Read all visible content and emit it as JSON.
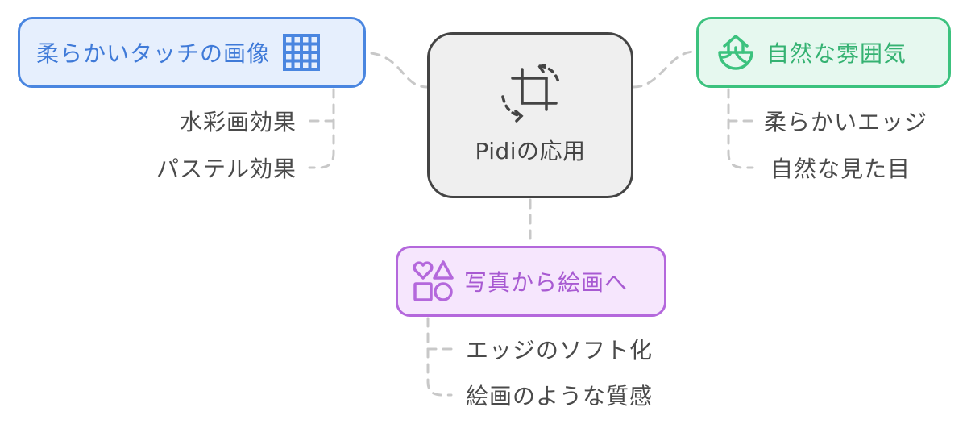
{
  "diagram": {
    "type": "mind-map",
    "center": {
      "label": "Pidiの応用",
      "icon": "crop-rotate-icon"
    },
    "branches": [
      {
        "id": "soft",
        "label": "柔らかいタッチの画像",
        "icon": "grid-mesh-icon",
        "color": "#4a86e0",
        "fill": "#e6effd",
        "children": [
          "水彩画効果",
          "パステル効果"
        ]
      },
      {
        "id": "natural",
        "label": "自然な雰囲気",
        "icon": "house-landscape-icon",
        "color": "#3cc27e",
        "fill": "#e6f8ef",
        "children": [
          "柔らかいエッジ",
          "自然な見た目"
        ]
      },
      {
        "id": "photo",
        "label": "写真から絵画へ",
        "icon": "shapes-icon",
        "color": "#b468dc",
        "fill": "#f6e6fd",
        "children": [
          "エッジのソフト化",
          "絵画のような質感"
        ]
      }
    ]
  }
}
